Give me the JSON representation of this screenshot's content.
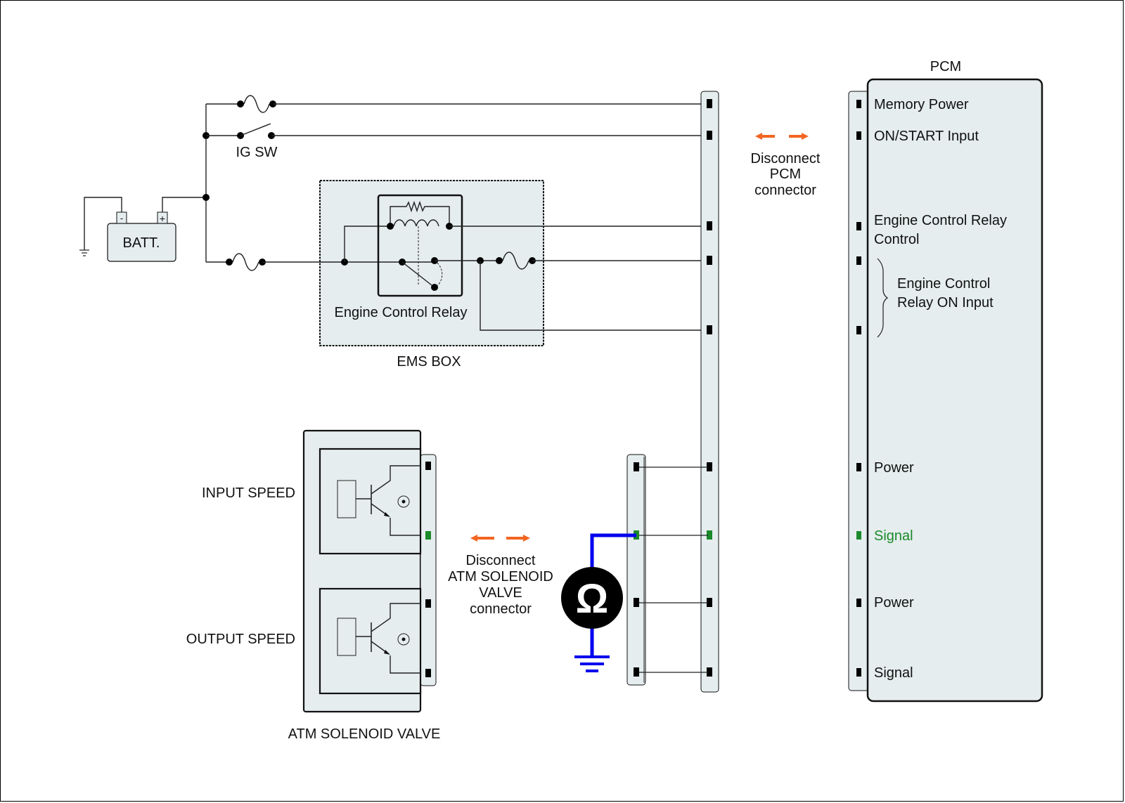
{
  "diagram": {
    "battery": {
      "label": "BATT.",
      "neg": "-",
      "pos": "+"
    },
    "ig_switch": {
      "label": "IG SW"
    },
    "ems_box": {
      "label": "EMS BOX",
      "relay_label": "Engine Control Relay"
    },
    "pcm_disconnect": {
      "line1": "Disconnect",
      "line2": "PCM",
      "line3": "connector"
    },
    "atm_disconnect": {
      "line1": "Disconnect",
      "line2": "ATM SOLENOID",
      "line3": "VALVE",
      "line4": "connector"
    },
    "atm_valve": {
      "label": "ATM SOLENOID VALVE",
      "input_speed": "INPUT SPEED",
      "output_speed": "OUTPUT SPEED"
    },
    "ohmmeter": {
      "symbol": "Ω"
    },
    "pcm": {
      "title": "PCM",
      "pins": [
        {
          "label": "Memory Power"
        },
        {
          "label": "ON/START  Input"
        },
        {
          "label": "Engine Control Relay",
          "label2": "Control"
        },
        {
          "label": "Engine Control",
          "label2": "Relay ON Input"
        },
        {
          "label": "Power"
        },
        {
          "label": "Signal"
        },
        {
          "label": "Power"
        },
        {
          "label": "Signal"
        }
      ]
    },
    "colors": {
      "arrow": "#f26522",
      "meter_wire": "#0000ee",
      "signal": "#1a8a2a",
      "panel": "#e5edee"
    }
  }
}
